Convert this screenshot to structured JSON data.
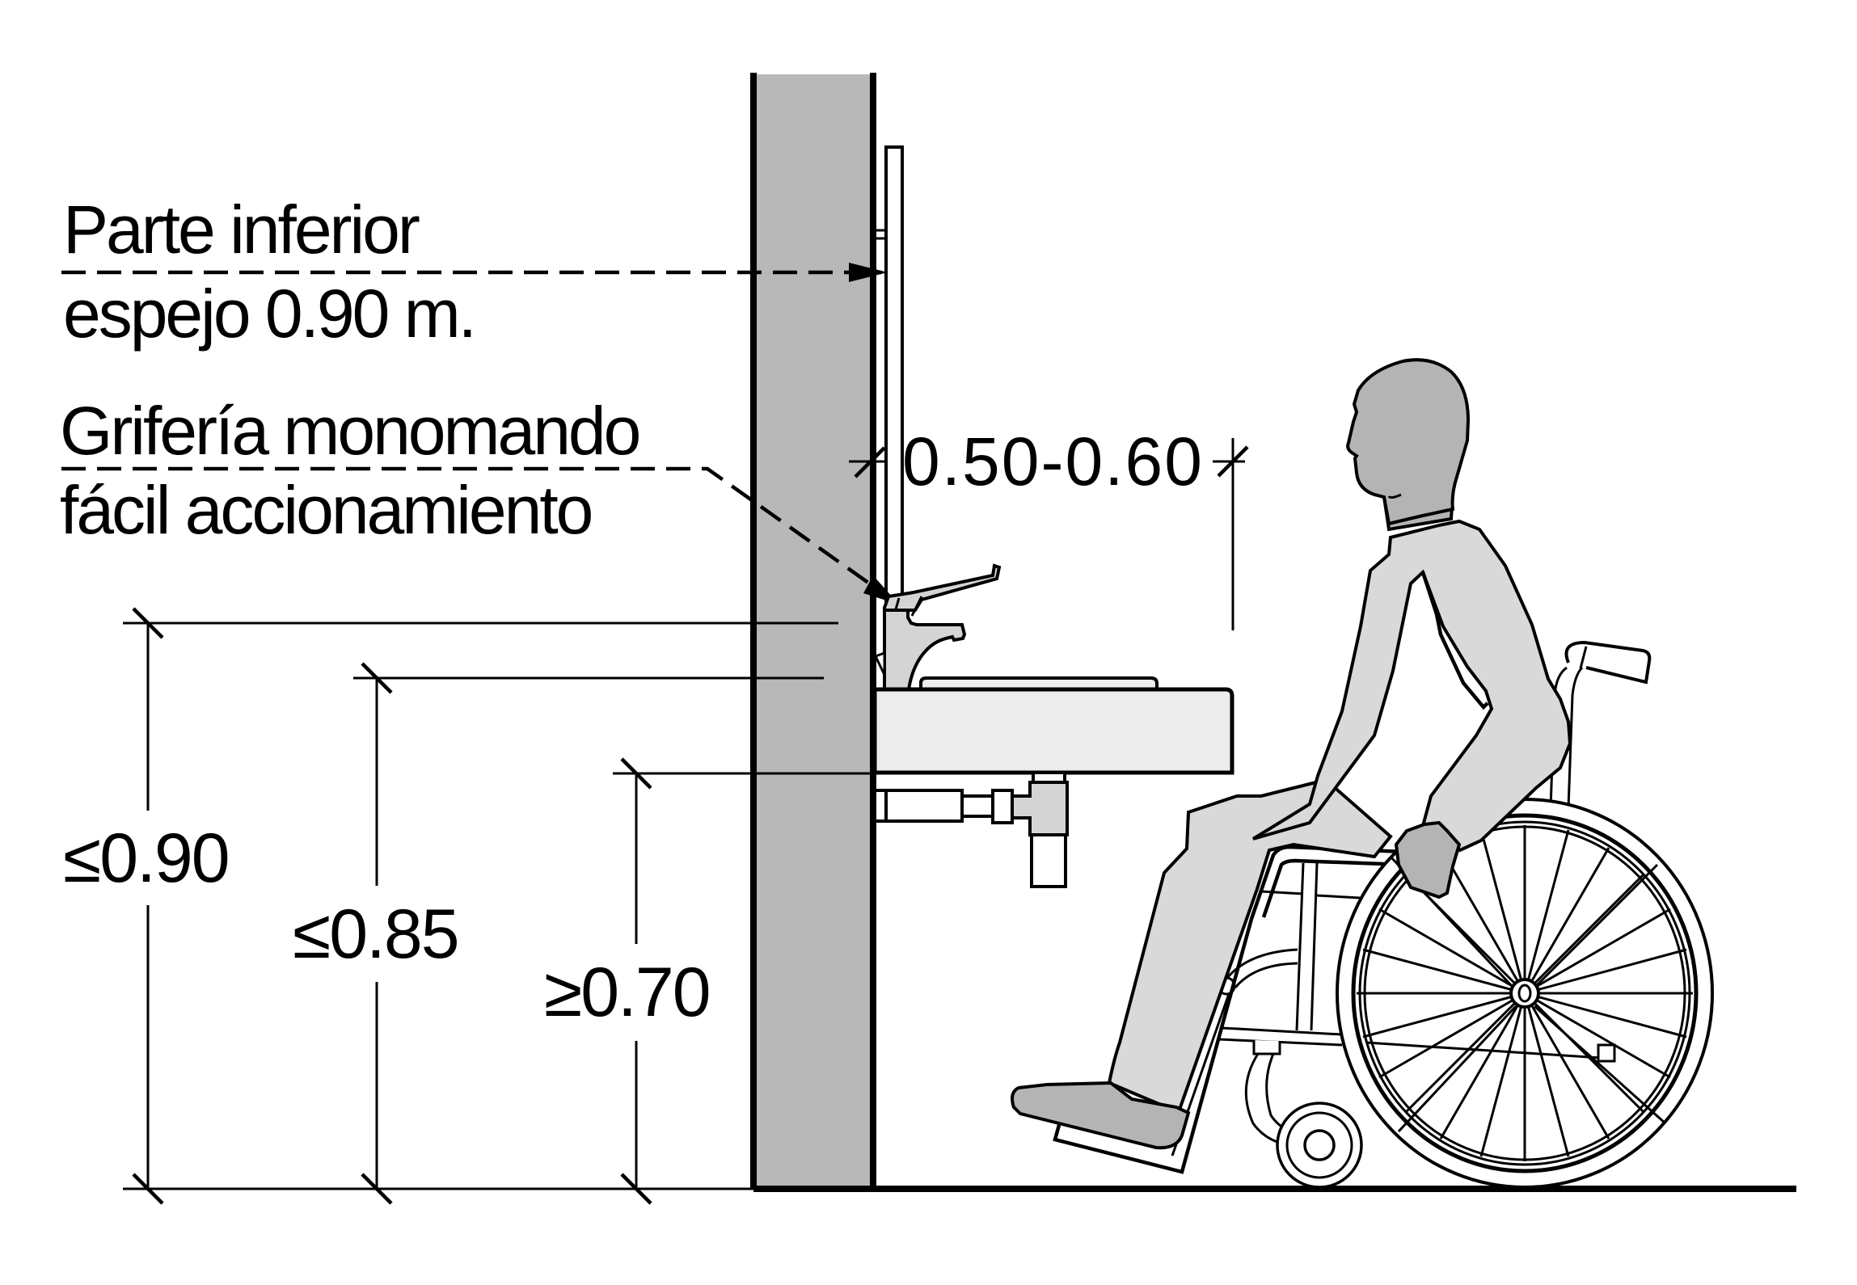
{
  "figure": {
    "type": "accessible washbasin section diagram",
    "colors": {
      "background": "#ffffff",
      "line": "#000000",
      "wall_fill": "#b8b8b8",
      "basin_fill": "#ececec",
      "faucet_fill": "#d4d4d4",
      "clothing_fill": "#d9d9d9",
      "skin_fill": "#b4b4b4"
    }
  },
  "annotations": {
    "mirror_note": {
      "line1": "Parte inferior",
      "line2": "espejo 0.90 m."
    },
    "faucet_note": {
      "line1": "Grifería monomando",
      "line2": "fácil accionamiento"
    }
  },
  "dimensions": {
    "knee_clearance_depth": "0.50-0.60",
    "max_faucet_height": "≤0.90",
    "max_basin_rim_height": "≤0.85",
    "min_under_basin_clearance": "≥0.70"
  },
  "elements": {
    "wall": "wall-section",
    "mirror": "mirror",
    "faucet": "single-lever-faucet",
    "basin": "washbasin",
    "drain": "drain-trap",
    "person": "seated-person",
    "wheelchair": "wheelchair",
    "floor": "floor-line"
  }
}
